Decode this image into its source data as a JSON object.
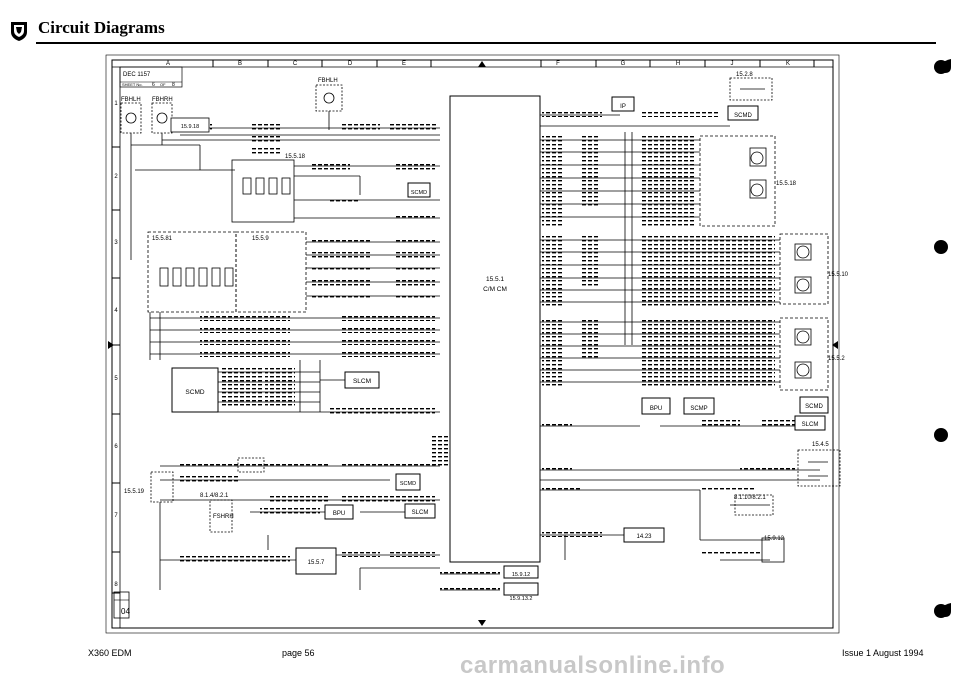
{
  "header": {
    "title": "Circuit Diagrams"
  },
  "frame": {
    "columns": [
      "A",
      "B",
      "C",
      "D",
      "E",
      "F",
      "G",
      "H",
      "J",
      "K"
    ],
    "rows": [
      "1",
      "2",
      "3",
      "4",
      "5",
      "6",
      "7",
      "8"
    ],
    "drg_box": {
      "line1": "DEC 1157",
      "sheet_label": "SHEET No.",
      "sheet_no": "6",
      "of_label": "OF",
      "sheets": "8"
    }
  },
  "modules": {
    "cim": [
      "15.5.1",
      "C/M CM"
    ],
    "scmd": "SCMD",
    "slcm": "SLCM",
    "bpu": "BPU",
    "scmp": "SCMP",
    "ip": "IP",
    "fbhlh": "FBHLH",
    "fbhrh": "FBHRH",
    "fshrh": "FSHRH"
  },
  "refs": [
    "15.2.8",
    "15.9.18",
    "15.5.18",
    "15.5.19",
    "15.5.81",
    "15.5.9",
    "15.5.10",
    "15.5.2",
    "15.4.5",
    "15.9.12",
    "14.23",
    "15.5.7",
    "8.1.4/8.2.1",
    "8.1.10/8.2.1",
    "15.9.13.2"
  ],
  "corner_badge": "04",
  "footer": {
    "left": "X360 EDM",
    "center": "page 56",
    "right": "Issue 1 August 1994"
  },
  "watermark": "carmanualsonline.info",
  "icons": {
    "logo": "jaguar-crest-icon"
  }
}
